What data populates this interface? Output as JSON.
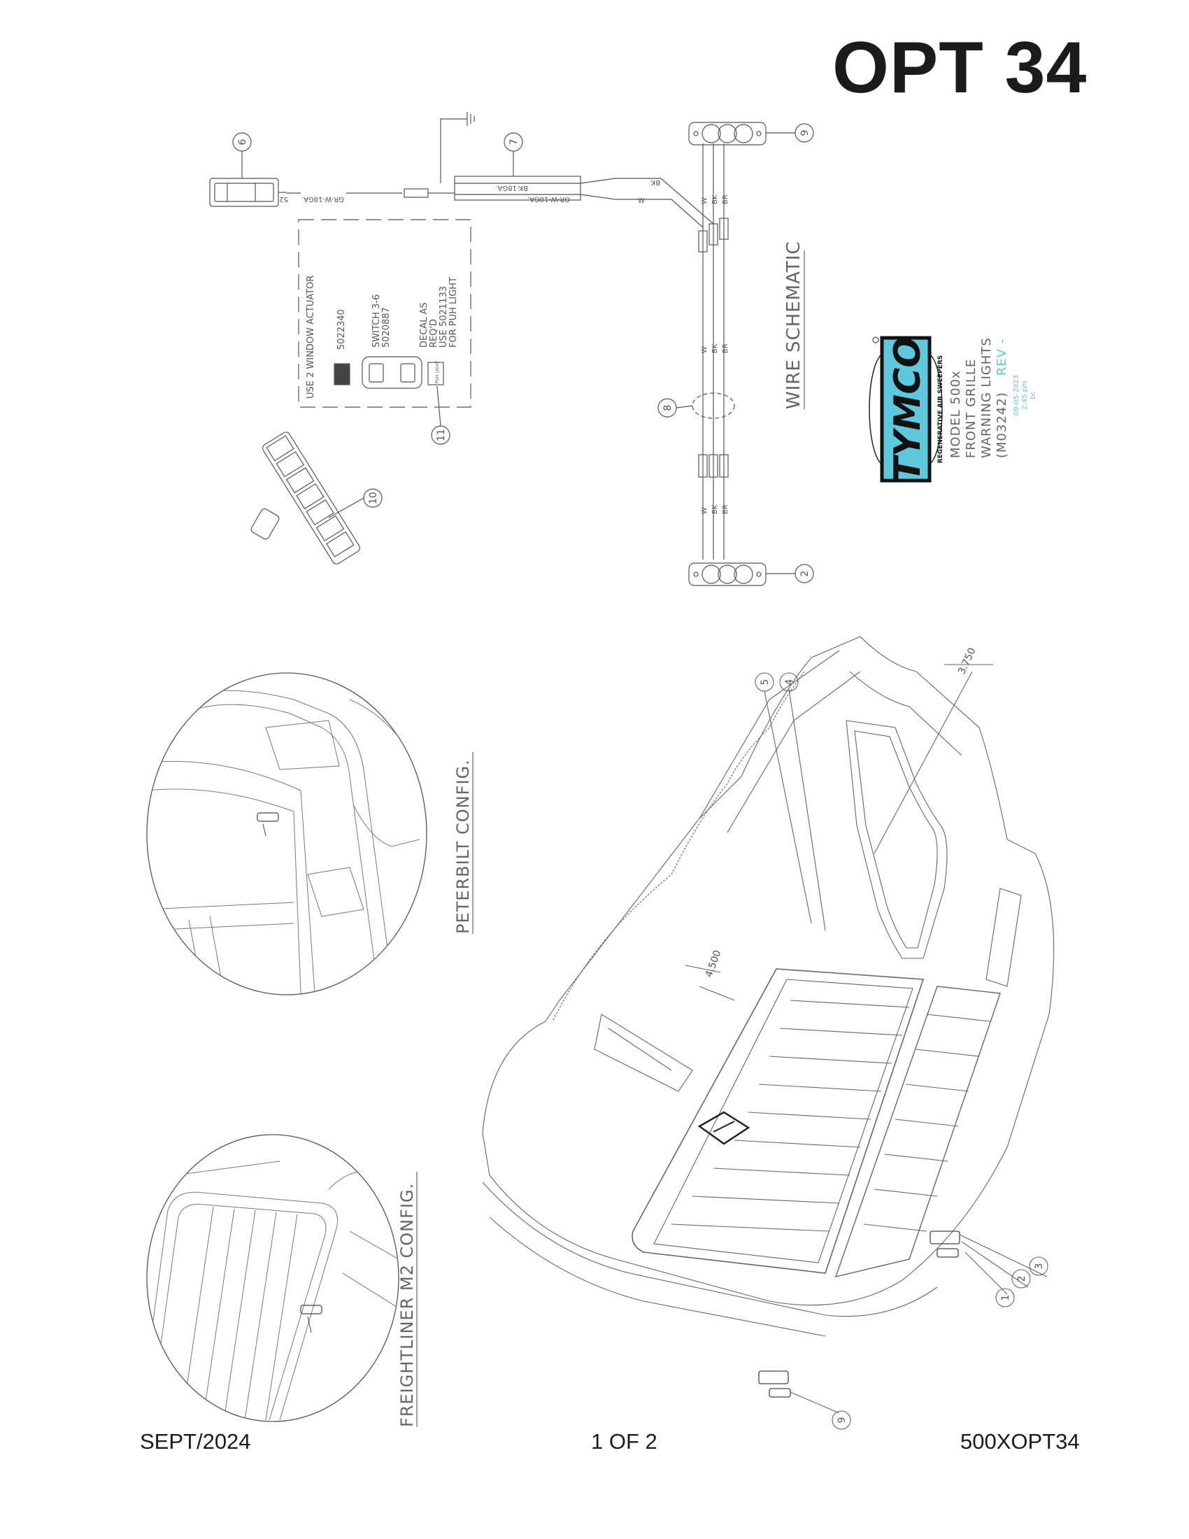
{
  "title": "OPT 34",
  "footer": {
    "date": "SEPT/2024",
    "page": "1 OF 2",
    "doc_number": "500XOPT34"
  },
  "wire_schematic": {
    "heading": "WIRE SCHEMATIC",
    "wires": [
      "GR-W-18GA.",
      "52",
      "BK-18GA.",
      "W",
      "BK",
      "BR"
    ],
    "box": {
      "title": "USE 2 WINDOW ACTUATOR",
      "actuator_part": "5022340",
      "switch_lines": [
        "SWITCH 3-6",
        "5020887"
      ],
      "decal_lines": [
        "DECAL AS",
        "REQ'D",
        "USE 5021133",
        "FOR PUH LIGHT"
      ],
      "decal_icon_text": "PUH LIGHT"
    },
    "callouts": [
      "6",
      "7",
      "9",
      "8",
      "2",
      "10",
      "11"
    ]
  },
  "logo": {
    "brand": "TYMCO",
    "tagline": "REGENERATIVE AIR SWEEPERS",
    "model_lines": [
      "MODEL 500x",
      "FRONT GRILLE",
      "WARNING LIGHTS",
      "(M03242)"
    ],
    "rev_text": "REV -",
    "stamp_lines": [
      "09-05-2023",
      "2:45 pm",
      "bc"
    ],
    "accent_color": "#5ec9dd"
  },
  "views": {
    "peterbilt_label": "PETERBILT CONFIG.",
    "freightliner_label": "FREIGHTLINER M2 CONFIG."
  },
  "dimensions": {
    "dim_top": "3.750",
    "dim_side": "4.500"
  },
  "grille_callouts": [
    "5",
    "4",
    "3",
    "2",
    "1",
    "9"
  ]
}
